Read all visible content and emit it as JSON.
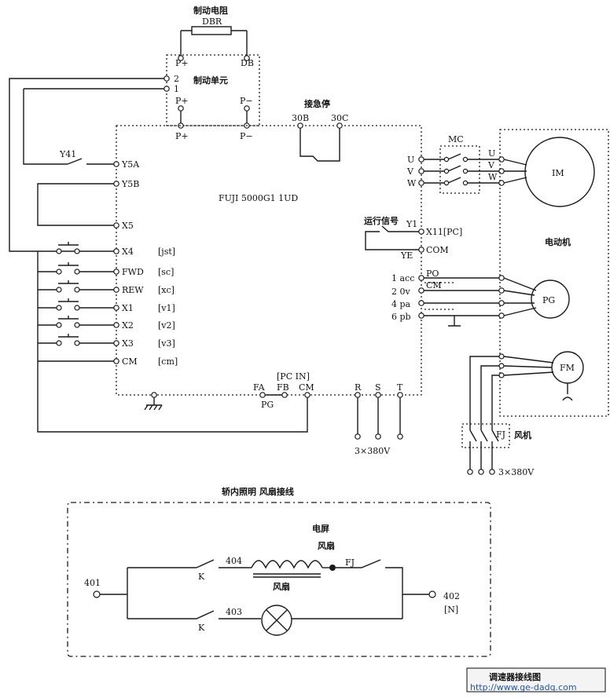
{
  "labels": {
    "braking_resistor": "制动电阻",
    "dbr": "DBR",
    "braking_unit": "制动单元",
    "p_plus_top": "P+",
    "db": "DB",
    "t2": "2",
    "t1": "1",
    "p_plus_mid": "P+",
    "p_minus_mid": "P−",
    "p_plus_bot": "P+",
    "p_minus_bot": "P−",
    "estop": "接急停",
    "t30b": "30B",
    "t30c": "30C",
    "inverter_model": "FUJI 5000G1 1UD",
    "y41": "Y41",
    "mc": "MC",
    "u_in": "U",
    "v_in": "V",
    "w_in": "W",
    "u_out": "U",
    "v_out": "V",
    "w_out": "W",
    "motor_im": "IM",
    "motor_label": "电动机",
    "run_signal": "运行信号",
    "y1": "Y1",
    "x11pc": "X11[PC]",
    "ye": "YE",
    "com": "COM",
    "acc": "1 acc",
    "ov": "2  0v",
    "pa": "4  pa",
    "pb": "6  pb",
    "po": "PO",
    "cm_pg": "CM",
    "pg": "PG",
    "fm": "FM",
    "fj": "FJ",
    "fan": "风机",
    "fan_supply": "3×380V",
    "fa": "FA",
    "fb": "FB",
    "pcin": "[PC IN]",
    "cm_bottom": "CM",
    "pg_bottom": "PG",
    "r": "R",
    "s": "S",
    "t": "T",
    "main_supply": "3×380V",
    "section_title": "轿内照明  风扇接线",
    "elec_screen": "电屏",
    "fan_top": "风扇",
    "fan_coil": "风扇",
    "t401": "401",
    "t402": "402",
    "neutral": "[N]",
    "t404": "404",
    "t403": "403",
    "k1": "K",
    "k2": "K",
    "fj_switch": "FJ",
    "stamp": "调速器接线图",
    "watermark": "http://www.ge-dadq.com"
  },
  "inputs": [
    {
      "name": "Y5A",
      "code": ""
    },
    {
      "name": "Y5B",
      "code": ""
    },
    {
      "name": "X5",
      "code": ""
    },
    {
      "name": "X4",
      "code": "[jst]"
    },
    {
      "name": "FWD",
      "code": "[sc]"
    },
    {
      "name": "REW",
      "code": "[xc]"
    },
    {
      "name": "X1",
      "code": "[v1]"
    },
    {
      "name": "X2",
      "code": "[v2]"
    },
    {
      "name": "X3",
      "code": "[v3]"
    },
    {
      "name": "CM",
      "code": "[cm]"
    }
  ]
}
